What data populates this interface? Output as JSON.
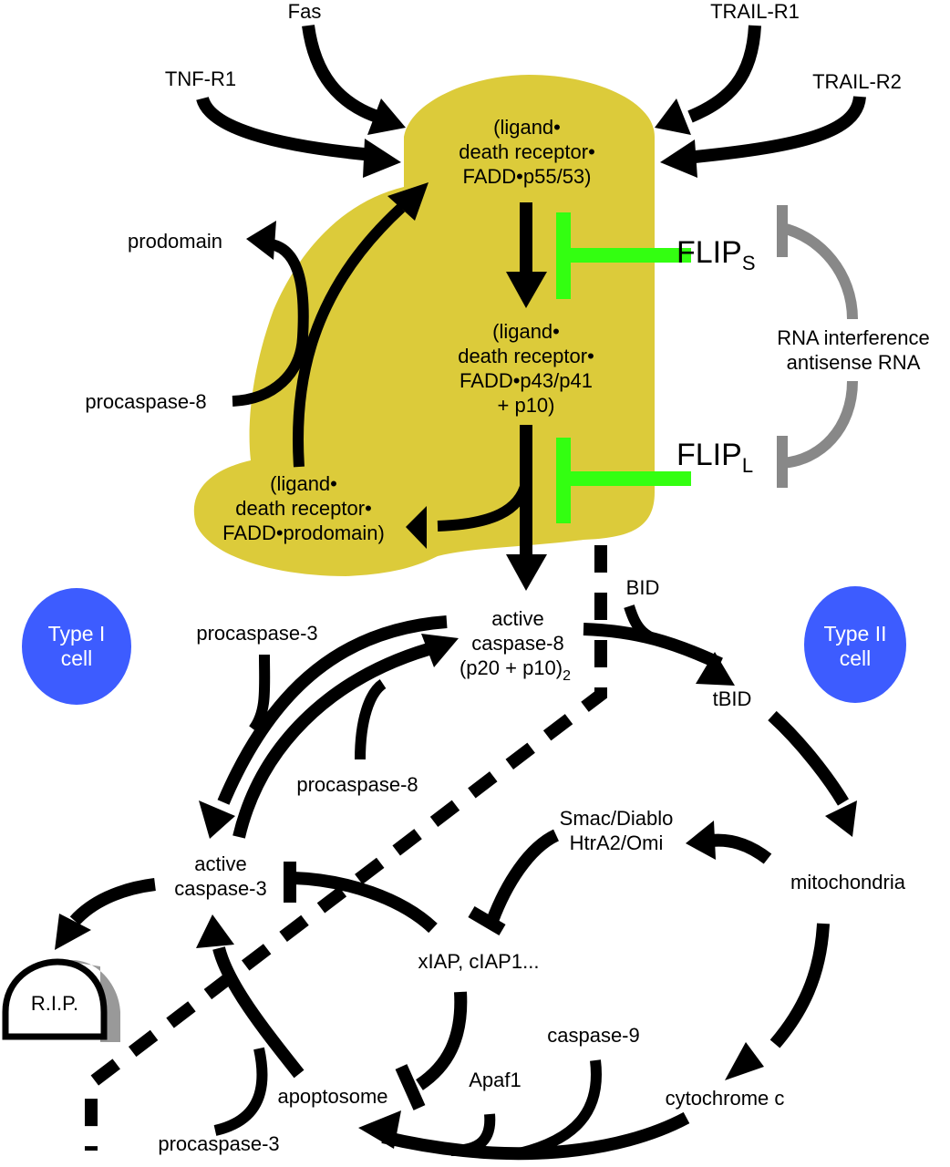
{
  "colors": {
    "complex_fill": "#dccb3a",
    "inhibitor_green": "#33ff11",
    "rnai_grey": "#888888",
    "cell_type_blue": "#3d5cff",
    "arrow_black": "#000000",
    "tombstone_shadow": "#999999"
  },
  "receptors": {
    "fas": "Fas",
    "tnf_r1": "TNF-R1",
    "trail_r1": "TRAIL-R1",
    "trail_r2": "TRAIL-R2"
  },
  "complexes": {
    "p55": [
      "(ligand•",
      "death receptor•",
      "FADD•p55/53)"
    ],
    "p43": [
      "(ligand•",
      "death receptor•",
      "FADD•p43/p41",
      "+ p10)"
    ],
    "prodomain": [
      "(ligand•",
      "death receptor•",
      "FADD•prodomain)"
    ]
  },
  "labels": {
    "prodomain": "prodomain",
    "procaspase8_top": "procaspase-8",
    "flip_s": "FLIP",
    "flip_s_sub": "S",
    "flip_l": "FLIP",
    "flip_l_sub": "L",
    "rnai_line1": "RNA interference",
    "rnai_line2": "antisense RNA",
    "active_casp8_line1": "active",
    "active_casp8_line2": "caspase-8",
    "active_casp8_line3": "(p20 + p10)",
    "active_casp8_sub": "2",
    "bid": "BID",
    "tbid": "tBID",
    "procaspase3_top": "procaspase-3",
    "procaspase8_mid": "procaspase-8",
    "smac_line1": "Smac/Diablo",
    "smac_line2": "HtrA2/Omi",
    "mitochondria": "mitochondria",
    "active_casp3_line1": "active",
    "active_casp3_line2": "caspase-3",
    "iap": "xIAP, cIAP1...",
    "rip": "R.I.P.",
    "caspase9": "caspase-9",
    "apaf1": "Apaf1",
    "cytochrome_c": "cytochrome c",
    "apoptosome": "apoptosome",
    "procaspase3_bottom": "procaspase-3"
  },
  "cell_types": {
    "type1_line1": "Type I",
    "type1_line2": "cell",
    "type2_line1": "Type II",
    "type2_line2": "cell"
  }
}
